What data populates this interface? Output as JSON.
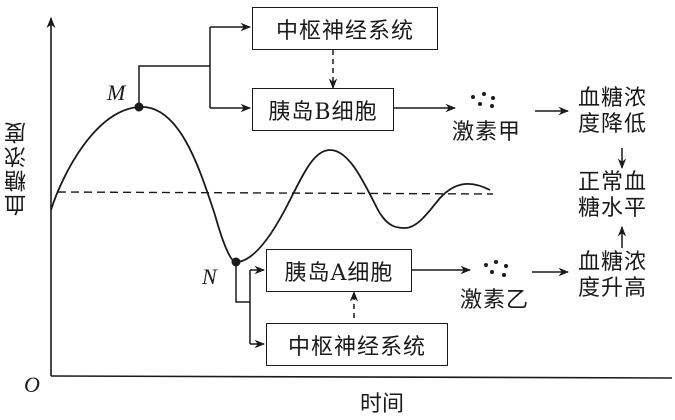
{
  "axes": {
    "y_label": "血糖浓度",
    "x_label": "时间",
    "origin_label": "O"
  },
  "points": {
    "peak": "M",
    "trough": "N"
  },
  "upper_pathway": {
    "cns_box": "中枢神经系统",
    "cell_box": "胰岛B细胞",
    "hormone": "激素甲",
    "effect": [
      "血糖浓",
      "度降低"
    ]
  },
  "lower_pathway": {
    "cell_box": "胰岛A细胞",
    "cns_box": "中枢神经系统",
    "hormone": "激素乙",
    "effect": [
      "血糖浓",
      "度升高"
    ]
  },
  "normal_level": [
    "正常血",
    "糖水平"
  ],
  "colors": {
    "ink": "#1a1a1a",
    "background": "#ffffff"
  }
}
